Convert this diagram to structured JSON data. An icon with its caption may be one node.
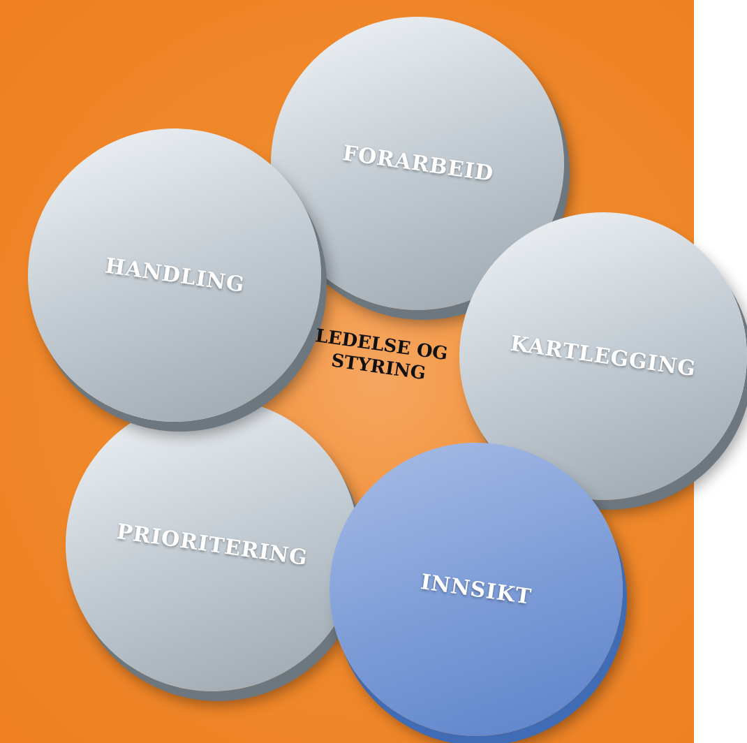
{
  "diagram": {
    "nodes": [
      {
        "text": [
          "FORARBEID"
        ]
      },
      {
        "text": [
          "KARTLEGGING"
        ]
      },
      {
        "text": [
          "INNSIKT"
        ]
      },
      {
        "text": [
          "PRIORITERING"
        ]
      },
      {
        "text": [
          "HANDLING"
        ]
      }
    ],
    "edges": [],
    "labels": [
      "LEDELSE OG STYRING"
    ]
  }
}
